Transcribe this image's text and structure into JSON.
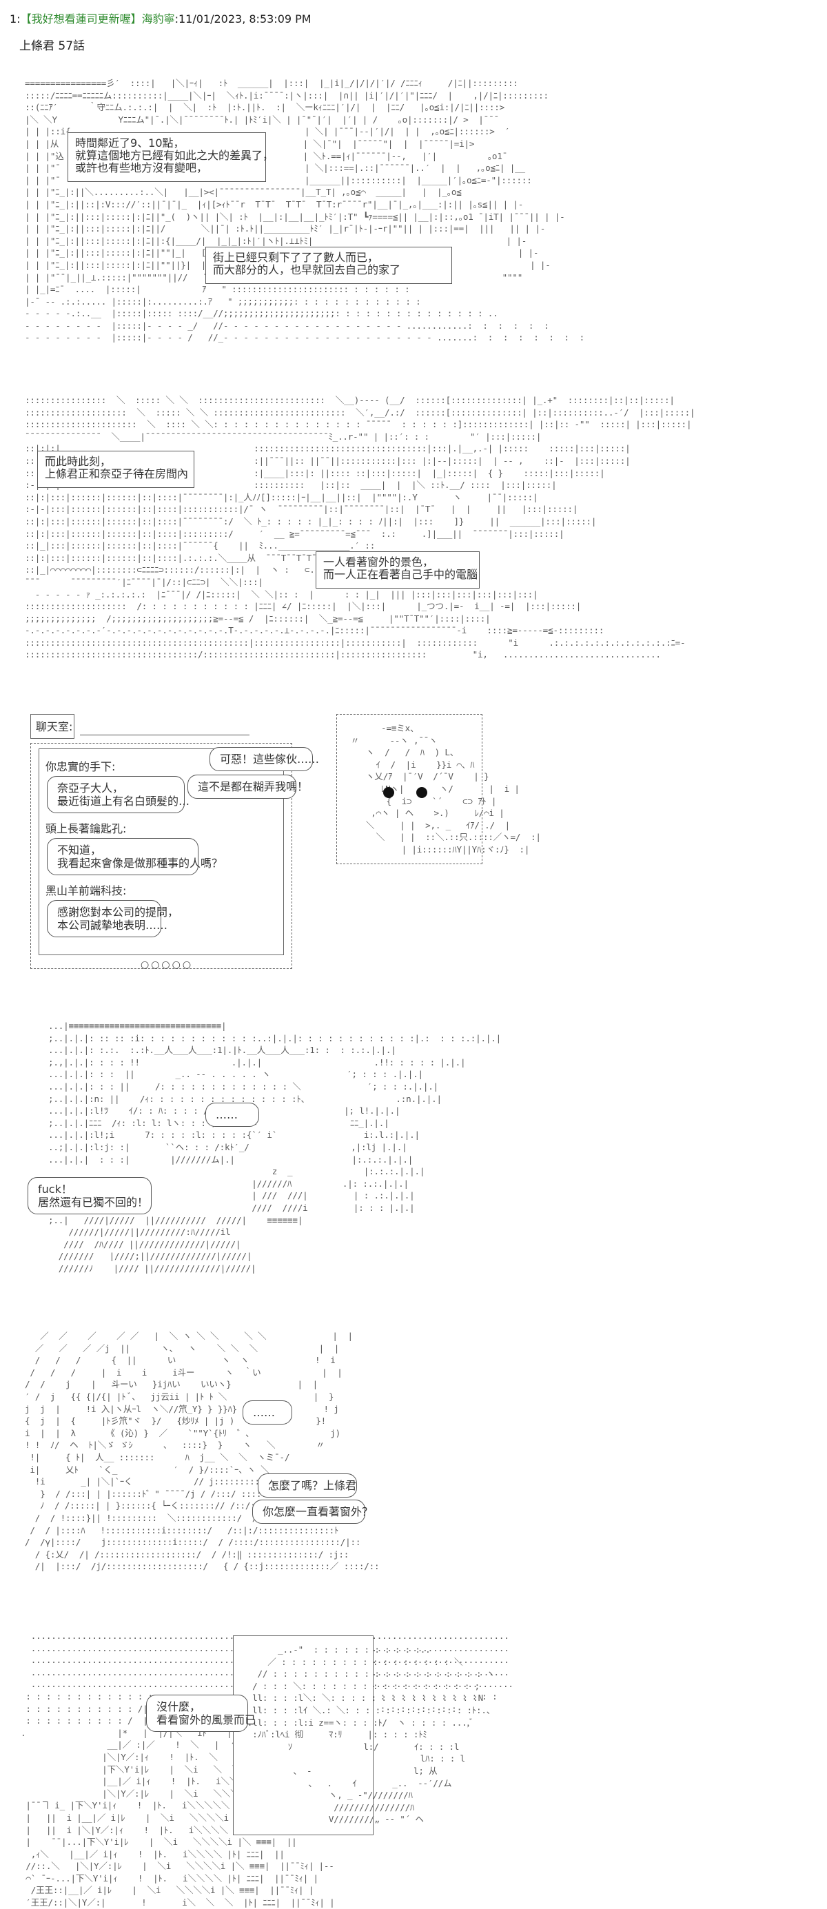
{
  "post": {
    "number": "1:",
    "name": "【我好想看蓮司更新喔】海豹寧",
    "separator": ":",
    "timestamp": "11/01/2023, 8:53:09 PM",
    "title": "上條君 57話"
  },
  "panels": [
    {
      "id": "panel-1-street",
      "boxes": [
        {
          "text": "時間鄰近了9、10點，\n就算這個地方已經有如此之大的差異了，\n或許也有些地方沒有變吧，"
        },
        {
          "text": "街上已經只剩下了了了數人而已，\n而大部分的人，也早就回去自己的家了"
        }
      ],
      "art": [
        "================彡′  ::::|   |＼|ｰｨ|   :ﾄ  ______|  |:::|  |_|i|_/|/|/|′|/ /ﾆﾆﾆｨ     /|ﾆ||:::::::::",
        ":::::/ﾆﾆﾆﾆ==ﾆﾆﾆﾆﾆム::::::::::|____|＼|ｰ|  ＼ｨﾄ.|i:¯¯¯¯:|ヽ|:::|  |∩|| |i|′|/|′|\"|ﾆﾆﾆ/  |    ,|/|ﾆ|:::::::::",
        "::(ﾆﾆｱ′      ｀守ﾆﾆム.:.:.:|  |  ＼|  :ﾄ  |:ﾄ.||ﾄ.  :|  ＼ーkｨﾆﾆﾆ|′|/|  |  |ﾆﾆ/   |｡o≦i:|/|ﾆ||::::>",
        "|＼ ＼Y            Yﾆﾆﾆム\"|¯.|＼|¯¯¯¯¯¯¯¯ﾄ.| |ﾄﾐ′i|＼ | |¯\"¯|′|  |′| | /    ｡o|:::::::|/ >  |¯¯¯",
        "| | |::i{                                              | ＼| |¯¯¯|--|′|/|  | |  ,｡o≦ﾆ|::::::>  ′",
        "| | |从                                                | ＼|¯\"|  |¯¯¯¯¯\"|  |  |¯¯¯¯¯|=i|>",
        "| | |\"込                                               | ＼ﾄ.==|ｨ|¯¯¯¯¯¯|--,   |′|          ｡o1¯",
        "| | |\"¯                                                | ＼|:::==|.::|¯¯¯¯¯¯|..′  |  |   ,｡o≦ﾆ| |__",
        "| | |\"¯                                                |______||::::::::::|  |_____|′|｡o≦ﾆ=-\"|::::::",
        "| | |\"ﾆ_|:||＼.........:..＼|   |__|><|¯¯¯¯¯¯¯¯¯¯¯¯¯¯¯¯|__T_T| ,｡o≦⌒  _____|   |  |_｡o≦",
        "| | |\"ﾆ_|:||::|:V::://′::||¯|¯|_  |ｨ|[>ｨﾄ¯¯r  T¯T¯  T¯T¯  T¯T:r¯¯¯¯r\"|__|¯|_,｡|___:|:|| |｡s≦|| | |-",
        "| | |\"ﾆ_|:||:::|:::::|:|ﾆ||\"_(  )ヽ|| |＼| :ﾄ  |__|:|__|__|_ﾄﾐ′|:T\" ┗ｧ====≦|| |__|:|::,｡o1 ¯|iT| |¯¯¯|| | |-",
        "| | |\"ﾆ_|:||:::|:::::|:|ﾆ||/       ＼||¯| :ﾄ.ﾄ||_________ﾄﾐ′ |_|r¯|ﾄ-|-ｰr|\"\"|| | |:::|==|  |||   || | |-",
        "| | |\"ﾆ_|:||:::|:::::|:|ﾆ||:{|____/|  |_|_|:ﾄ|′|ヽﾄ|.⊥⊥ﾄﾐ|                                      | |-",
        "| | |\"ﾆ_|:||:::|:::::|:|ﾆ||\"\"|_|   [ﾆﾆ]::::|`Y|ｰ|ｰ|⊥⊥⊥⊥⊥                                          | |-",
        "| | |\"ﾆ_|:||:::|:::::|:|ﾆ||\"\"||}|  |:::::::|::|:::|ﾆﾆ|T|T|T|T                                       | |-",
        "| | |\"¯¯|_||_⊥.:::::|\"\"\"\"\"\"\"||//   ¯¯  / ｱ¯¯¯¯¯¯¯¯¯¯                                          \"\"\"\"",
        "| |_|=ﾆ¯  ....  |:::::|            ｱ   \" ::::::::::::::::::::::: : : : : : :",
        "|-¯ -- .:.:..... |:::::|:.........:.ｱ   \" ;;;;;;;;;;;: : : : : : : : : : : : :",
        "- - - - -.:..__  |:::::|::::: ::::/__//;;;;;;;;;;;;;;;;;;;;;;: : : : : : : : : : : : : : : ..",
        "- - - - - - - -  |:::::|- - - - _/   //- - - - - - - - - - - - - - - - - - ............:  :  :  :  :  :",
        "- - - - - - - -  |:::::|- - - - /   //_- - - - - - - - - - - - - - - - - - - - - .......:  :  :  :  :  :  :  :"
      ]
    },
    {
      "id": "panel-2-room",
      "boxes": [
        {
          "text": "而此時此刻，\n上條君正和奈亞子待在房間內"
        },
        {
          "text": "一人看著窗外的景色，\n而一人正在看著自己手中的電腦"
        }
      ],
      "art": [
        "::::::::::::::::  ＼  ::::: ＼ ＼  :::::::::::::::::::::::::  ＼__)---- (__/  ::::::[::::::::::::::| |_.+\"  ::::::::|::|::|:::::|",
        "::::::::::::::::::::  ＼  ::::: ＼ ＼ ::::::::::::::::::::::::::  ＼′,__/.:/  ::::::[::::::::::::::| |::|::::::::::..-′/  |:::|:::::|",
        "::::::::::::::::::::::  ＼  :::: ＼ ＼: : : : : : : : : : : : : : : ¯¯¯¯¯  : : : : : :]:::::::::::::| |::|:: -\"\"  :::::| |:::|:::::|",
        "¯¯¯¯¯¯¯¯¯¯¯¯¯¯¯  ＼____|¯¯¯¯¯¯¯¯¯¯¯¯¯¯¯¯¯¯¯¯¯¯¯¯¯¯¯¯¯¯¯¯¯¯¯¯ﾐ_..r-\"\" | |::′: : :        \"′ |:::|:::::|",
        "::|:|:|                                      ::::::::::::::::::::::::::::::::::|:::|.|__,.-| |:::::    :::::|:::|:::::|",
        "::|:|:|                                      :||¯¯¯||:: ||¯¯||:::::::::::|::: |:|--|:::::|  | -- ,    ::|-  |:::|:::::|",
        "::|:|:|                                      :|____|:::|: ||:::: ::|:::|:::::|  |_|:::::|  { }    :::::|:::|:::::|",
        ":-|-|:|                                      ::::::::::   |::|::  ____|  |  |＼ ::ﾄ.__/ ::::  |:::|:::::|",
        "::|:|:::|::::::|::::::|::|::::|¯¯¯¯¯¯¯¯|:|_人ﾉﾉ[]:::::|ｰ|__|__||::|  |\"\"\"\"|:.Y       ヽ     |¯¯|:::::|",
        ":-|-|:::|::::::|::::::|::|::::|:::::::::::|/¯ ヽ  ¯¯¯¯¯¯¯¯¯|::|¯¯¯¯¯¯¯¯|::|  |¯T¯   |  |     ||   |:::|:::::|",
        "::|:|:::|::::::|::::::|::|::::|¯¯¯¯¯¯¯¯:/  ＼ ﾄ_: : : : : |_|_: : : : ﾉ||:|  |:::    ]}     ||  ______|:::|:::::|",
        "::|:|:::|::::::|::::::|::|::::|:::::::::/     ′  __ ≧=¯¯¯¯¯¯¯¯¯=≦¯¯¯  :.:     .]|___||  ¯¯¯¯¯¯¯|:::|:::::|",
        "::|_|:::|::::::|::::::|::|::::|¯¯¯¯¯¯{    ||  ﾐ...______________.′ ::",
        "::|:|:::|::::::|::::::|::|::::|.:.:.:.＼____从  ¯¯¯T¯¯T¯T¯¯T¯¯T¯¯¯¯¯¯¯|::",
        "::|_|⌒⌒⌒⌒⌒⌒⌒⌒|::::::::⊂ﾆﾆﾆﾆ⊃::::::/::::::|:|  |  ヽ :   ⊂.....",
        "¯¯¯      ¯¯¯¯¯¯¯¯¯′|ﾆ¯¯¯¯|¯|/::|⊂ﾆﾆ⊃|  ＼＼|:::|",
        "  - - - - - ｧ _:.:.:.:.:  |ﾆ¯¯¯|/ /|ﾆ:::::|  ＼ ＼|:: :  |      : : |_|  ||| |:::|:::|:::|:::|:::|:::|",
        "::::::::::::::::::::  /: : : : : : : : : : : |ﾆﾆﾆ| ∠/ |ﾆ:::::|  |＼|:::|      |_つつ.|=-  i__| -=|  |:::|:::::|",
        ";;;;;;;;;;;;;;  /;;;;;;;;;;;;;;;;;;;;≧=--=≦ /  |ﾆ::::::|  ＼_≧=--=≦     |\"\"T¯T\"\"′|::::|::::|",
        "-.-.-.-.-.-.-.-′-.-.-.-.-.-.-.-.-.-.-.-.T-.-.-.-.-.⊥-.-.-.-.|ﾆ:::::|¯¯¯¯¯¯¯¯¯¯¯¯¯¯¯¯¯-i    ::::≧=-----=≦-:::::::::",
        "::::::::::::::::::::::::::::::::::::::::::::|:::::::::::::::::|:::::::::::|  ::::::::::::      \"i      .:.:.:.:.:.:.:.:.:.:.:.:ﾆ=-",
        "::::::::::::::::::::::::::::::::::/::::::::::::::::::::::::::|:::::::::::::::::         \"i,   ..............................."
      ]
    },
    {
      "id": "panel-3-chatroom",
      "chat_title": "聊天室:",
      "messages": [
        {
          "author": "你忠實的手下:",
          "text": "奈亞子大人，\n最近街道上有名白頭髮的…"
        },
        {
          "author": "頭上長著鑰匙孔:",
          "text": "不知道，\n我看起來會像是做那種事的人嗎？"
        },
        {
          "author": "黑山羊前端科技:",
          "text": "感謝您對本公司的提問，\n本公司誠摯地表明……"
        }
      ],
      "reply_bubbles": [
        {
          "text": "可惡！這些傢伙……"
        },
        {
          "text": "這不是都在糊弄我嗎！"
        }
      ],
      "pager_dots": "○○○○○",
      "art": [
        "        -=≡ミx、",
        "  〃      --ヽ ,¯¯ヽ",
        "     ヽ  /   /  ﾊ  ) L、",
        "       ｲ  /  |i    }}i ⌒、ﾊ",
        "     ヽ乂/ｱ  |¯′V  /´¯V    | }",
        "        ﾚNヽ|       ヽ/       |  i |",
        "         {  i⊃    `´    ⊂⊃ ｱﾄ |",
        "      ,⌒ヽ | ヘ    >.)     ﾚ/⌒i |",
        "     ＼     | |  >,. _   ｲｱ/ ./  |",
        "       ＼   | |  ::＼.::只.::::／ヽ=/  :|",
        "            | |i::::::ﾊY||Yﾊ:ヾ:ﾉ}  :|"
      ]
    },
    {
      "id": "panel-4-naiako",
      "bubbles": [
        {
          "text": "……"
        },
        {
          "text": "fuck！\n居然還有已獨不回的！"
        }
      ],
      "art": [
        "...|≡≡≡≡≡≡≡≡≡≡≡≡≡≡≡≡≡≡≡≡≡≡≡≡≡≡≡≡≡≡|",
        ";..|.|.|: :: :: :i: : : : : : : : : : : :..:|.|.|: : : : : : : : : : : :|.:  : : :.:|.|.|",
        "...|.|.|: :.:.  :.:ﾄ.__人___人___:1|.|ﾄ.__人___人___:1: :  : :.:.|.|.|",
        ";.,|.|.|: : : : !!                  .|.|.|                      .!!: : : : : |.|.|",
        "...|.|.|: : :  ||        _.. -‐ . . . . . ヽ               ′; : : : .|.|.|",
        "...|.|.|: : : ||     /: : : : : : : : : : : : : ＼             ′; : : :.|.|.|",
        ";..|.|.|:n: ||    /ｨ: : : : : : : : : : : : : : :ﾄ、                 .:n.|.|.|",
        "...|.|.|:l!ﾂ    ｲ/: : ﾊ: : : : /ﾍ: : : ﾐ_                  |; l!.|.|.|",
        ";..|.|.|ﾆﾆﾆ  /ｨ: :l: l: lヽ: : : ;ヘ: : lヽ                  ﾆﾆ_|.|.|",
        "...|.|.|:l!;i      7: : : : :l: : : : :{`′ i`                 i:.l.:|.|.|",
        "..;|.|.|:l:j: :|       ``ヘ: : : /:kﾄ′_/                    ,|:lj |.|.|",
        "...|.|.|  : : :|        |///////ム|.|                       |:.:.:.|.|.|",
        "                                            z  _              |:.:.:.|.|.|",
        "                                        |//////ﾊ          .|: :.:.|.|.|",
        "                                        | ///  ///|         | : .:.|.|.|",
        "                                        ////  ////i         |: : : |.|.|",
        ";..|   ////|/////  ||//////////  /////|    ≡≡≡≡≡≡|",
        "    //////|/////||/////////:ﾊ/////il",
        "   ////  /ﾊ//// ||/////////////|/////|",
        "  ///////   |////;||/////////////|/////|",
        "  //////ﾉ    |//// ||/////////////|/////|"
      ]
    },
    {
      "id": "panel-5-touma-question",
      "bubbles": [
        {
          "text": "……"
        },
        {
          "text": "怎麼了嗎？上條君"
        },
        {
          "text": "你怎麼一直看著窗外？"
        }
      ],
      "art": [
        "   ／  ／    ／    ／ ／   |  ＼ ヽ ＼ ＼     ＼ ＼             |  |",
        "  ／   ／   ／ ／j  ||      ヽ、  ヽ    ＼ ＼  ＼            |  |",
        "  /   /   /      {  ||      い         ヽ  ヽ             !  i",
        " /   /   /     |  i    i     i斗ー      ヽ  ｀い            |  |",
        "/  /    j    |   斗ーい   }ijﾊい    いいヽ}             |  |",
        "′ /  j   {{ {|/{| |ﾄ ﾞ、  jj云ii | |ﾄ ﾄ ＼                 |  }",
        "j  j  |     !i 入|ヽ从ｰl  ヽ＼//笊_Y} } }}ﾊ}                 ! j",
        "{  j  |  {     |ﾄ彡笊\"ヾ  }/   {炒ﾘﾒ | |j )                }!",
        "i  |  |  λ      《 (沁) }  ／    `\"\"Y`{ﾄﾘ  ゛、               j)",
        "! !  ﾉ/  ヘ  ﾄ|＼ゞ ゞｼ      、  ::::}  }    ヽ   ＼        〃",
        " !|     { ﾄ|  人__ :::::::      ﾊ  j__ ＼  ＼  ヽミ¯‐/",
        " i|     乂ﾄ    `く_           ′  / }/::::`ｰ、ヽ ＼",
        "  !i       _| |＼|`ｰく            // j::::::::::::::ヽ ＼",
        "   }  / /:::| | |::::::ﾄ゛\" ¯¯¯¯/j / /:::/ ::::::::::Y",
        "   ﾉ  / /:::::| | }::::::{ └ｰく:::::::// /::/:::::::::::::::]",
        "  /  / !::::}|| !:::::::::  ＼::::::::::::/  /:::/:::::::::::::::|",
        " /  / |::::ﾊ   !:::::::::::i::::::::/   /::|:/:::::::::::::::ﾄ",
        "/  /γ|::::/    j:::::::::::::i:::::/  / /::::/::::::::::::::::/|::",
        "  / {:乂/  /| /:::::::::::::::::::/  / /!:‖ ::::::::::::::/ :j::",
        "  /|  |:::/  /j/:::::::::::::::::::/   { / {::j:::::::::::::／ ::::/::"
      ]
    },
    {
      "id": "panel-6-touma-answer",
      "bubbles": [
        {
          "text": "沒什麼，\n看看窗外的風景而已"
        }
      ],
      "art": [
        "  ..............................................................................................",
        "  ..............................................................................................",
        "  ..............................................................................................",
        "  ..............................................................................................",
        "  ...........................................................｡...................................",
        " : : : : : : : : : : : : : : : :          ゜ : : : : : : : : : : : : : : : : : : : : : : : : :",
        " : : : : : : : : : : : /|＼: : :*        ::: : : : : : : : : : : : : : : : : : : : : :",
        " : : : : : : : : : : /  | |. ゜            : :",
        ".                  |*   |  |/|＼   iﾄ    |",
        "                 __|／ :|／    !  ＼   |  ヽ|",
        "                |＼|Y／:|ｨ    !  |ﾄ.  ＼    ＼",
        "                |下＼Y'i|ﾚ    |  ＼i   ＼  ＼  ＼",
        "                |__|／ i|ｨ    !  |ﾄ.   i＼＼ ＼ ＼",
        "                |＼|Y／:|ﾚ    |  ＼i   ＼＼＼＼＼|",
        " |¯¯ヿ i_ |下＼Y'i|ｨ    !  |ﾄ.   i＼＼＼＼＼",
        " |   ||  i |__|／ i|ﾚ    |  ＼i   ＼＼＼＼i |i＼      |¯¯|＼",
        " |   ||  i |＼|Y／:|ｨ    !  |ﾄ.   i＼＼＼＼ |ﾄ|_____|  ||",
        " |    ¯¯|...|下＼Y'i|ﾚ    |  ＼i   ＼＼＼＼i |＼ ≡≡≡|  ||",
        "  ,ｨ＼    |__|／ i|ｨ    !  |ﾄ.   i＼＼＼＼ |ﾄ| ﾆﾆﾆ|  ||",
        " //::.＼   |＼|Y／:|ﾚ    |  ＼i   ＼＼＼＼i |＼ ≡≡≡|  ||¯¯ﾐｨ| |--",
        " ⌒` ¯ｰ-...|下＼Y'i|ｨ    !  |ﾄ.   i＼＼＼＼ |ﾄ| ﾆﾆﾆ|  ||¯¯ﾐｨ| |",
        "  /王王::|__|／ i|ﾚ    |  ＼i   ＼＼＼＼i |＼ ≡≡≡|  ||¯¯ﾐｨ| |",
        " ′王王/::|＼|Y／:|       !       i＼  ＼  ＼  |ﾄ| ﾆﾆﾆ|  ||¯¯ﾐｨ| |"
      ],
      "inset_art": [
        "        _..-\"  : : : : : : : : : : :..",
        "      ／ : : : : : : : : : : : : : : : : : ＼",
        "    // : : : : : : : : : : : : : : : : : : : : : ヽ",
        "   / : : : ＼: : : : : : : : : : : : : : : : : ;",
        "   ll: : : :l＼: ＼: : : : : : : : : : : : : : :N",
        "   ll: : : :lｲ ＼.: ＼: : : : : : : : : : : : :ﾄ:.、",
        "  .ll: : : :l:i z==ヽ: : : :ﾄ/  ヽ : : : : ...,ﾞ",
        "   :ﾉﾊﾞ:lﾍi 彻     ﾏ:ﾘ     |: : : : :ﾄﾐ",
        "          ｿ              l:/       ｲ: : : :l",
        "                                    lﾊ: : : l",
        "           、 -                    l; 从",
        "              、  .    ｲ       _..  --′//ム",
        "                  ヽ, _ -\"////////ﾊ",
        "                   ///////////////ﾊ",
        "                  V////////„ -- \"´ ヘ"
      ]
    }
  ]
}
